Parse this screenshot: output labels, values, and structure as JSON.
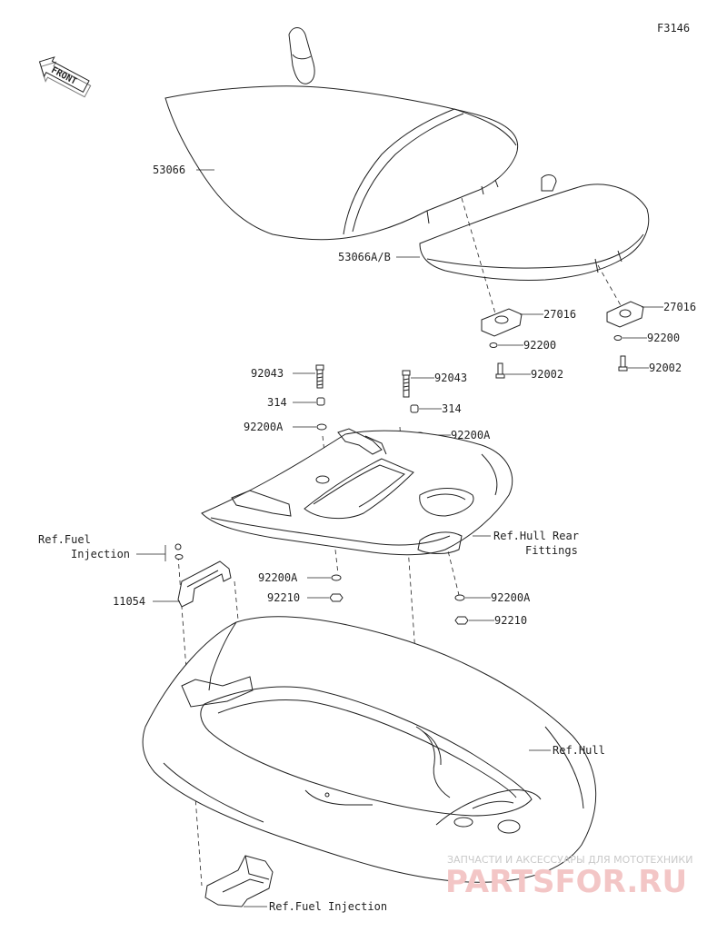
{
  "figure_code": "F3146",
  "front_label": "FRONT",
  "parts": {
    "seat_front": "53066",
    "seat_rear": "53066A/B",
    "bracket_left": "27016",
    "bracket_right": "27016",
    "washer_left_upper": "92200",
    "washer_right_upper": "92200",
    "bolt_left": "92002",
    "bolt_right": "92002",
    "stud_left": "92043",
    "stud_right": "92043",
    "collar_left": "314",
    "collar_right": "314",
    "washer_a_left_top": "92200A",
    "washer_a_right_top": "92200A",
    "washer_a_left_bottom": "92200A",
    "washer_a_right_bottom": "92200A",
    "nut_left": "92210",
    "nut_right": "92210",
    "stay": "11054"
  },
  "references": {
    "fuel_injection_top_line1": "Ref.Fuel",
    "fuel_injection_top_line2": "Injection",
    "hull_rear_fittings_line1": "Ref.Hull Rear",
    "hull_rear_fittings_line2": "Fittings",
    "hull": "Ref.Hull",
    "fuel_injection_bottom": "Ref.Fuel Injection"
  },
  "watermark": {
    "caption": "ЗАПЧАСТИ И АКСЕССУАРЫ ДЛЯ МОТОТЕХНИКИ",
    "brand": "PARTSFOR.RU"
  }
}
